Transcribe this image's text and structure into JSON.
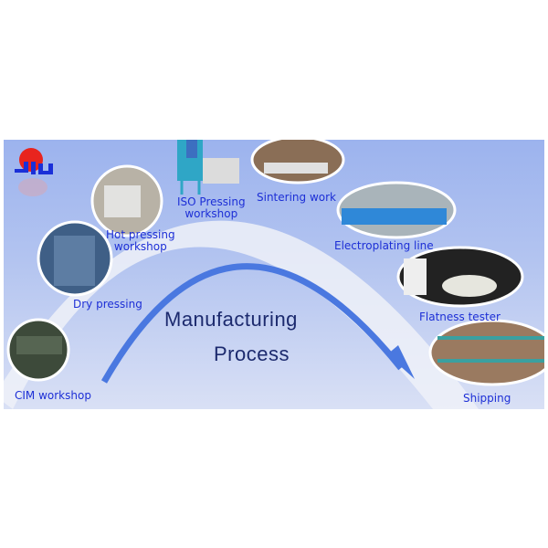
{
  "logo": {
    "text": "JHU"
  },
  "title": {
    "line1": "Manufacturing",
    "line2": "Process"
  },
  "steps": [
    {
      "label": "CIM workshop"
    },
    {
      "label": "Dry pressing"
    },
    {
      "label_line1": "Hot pressing",
      "label_line2": "workshop"
    },
    {
      "label_line1": "ISO Pressing",
      "label_line2": "workshop"
    },
    {
      "label": "Sintering work"
    },
    {
      "label": "Electroplating line"
    },
    {
      "label": "Flatness tester"
    },
    {
      "label": "Shipping"
    }
  ],
  "colors": {
    "label": "#1d2fd6",
    "title": "#1c2a6e",
    "arrow": "#4a78e0",
    "background": "#b3c4f0"
  }
}
